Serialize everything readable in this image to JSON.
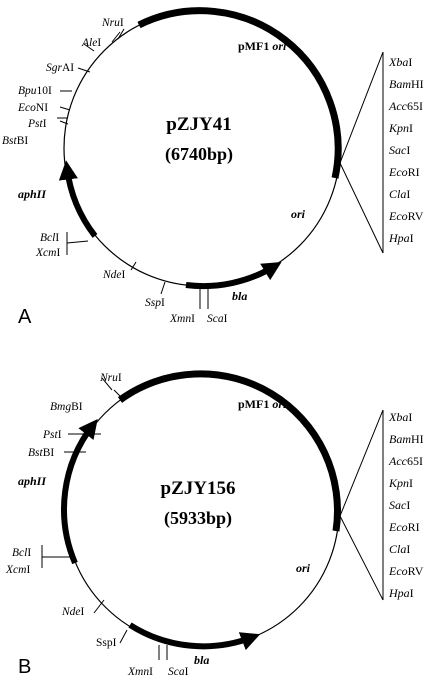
{
  "panels": [
    {
      "label": "A",
      "plasmid_name": "pZJY41",
      "plasmid_size": "(6740bp)",
      "restriction_sites": [
        {
          "prefix": "",
          "italic": "Nru",
          "suffix": "I"
        },
        {
          "prefix": "",
          "italic": "Ale",
          "suffix": "I"
        },
        {
          "prefix": "",
          "italic": "Sgr",
          "suffix": "AI"
        },
        {
          "prefix": "",
          "italic": "Bpu",
          "suffix": "10I"
        },
        {
          "prefix": "",
          "italic": "Eco",
          "suffix": "NI"
        },
        {
          "prefix": "",
          "italic": "Pst",
          "suffix": "I"
        },
        {
          "prefix": "",
          "italic": "Bst",
          "suffix": "BI"
        },
        {
          "prefix": "",
          "italic": "Bcl",
          "suffix": "I"
        },
        {
          "prefix": "",
          "italic": "Xcm",
          "suffix": "I"
        },
        {
          "prefix": "",
          "italic": "Nde",
          "suffix": "I"
        },
        {
          "prefix": "",
          "italic": "Ssp",
          "suffix": "I"
        },
        {
          "prefix": "",
          "italic": "Xmn",
          "suffix": "I"
        },
        {
          "prefix": "",
          "italic": "Sca",
          "suffix": "I"
        }
      ],
      "genes": {
        "pmf1": "pMF1",
        "pmf1_ori": "ori",
        "aphII": "aphII",
        "bla": "bla",
        "ori": "ori"
      },
      "mcs": [
        {
          "italic": "Xba",
          "suffix": "I"
        },
        {
          "italic": "Bam",
          "suffix": "HI"
        },
        {
          "italic": "Acc",
          "suffix": "65I"
        },
        {
          "italic": "Kpn",
          "suffix": "I"
        },
        {
          "italic": "Sac",
          "suffix": "I"
        },
        {
          "italic": "Eco",
          "suffix": "RI"
        },
        {
          "italic": "Cla",
          "suffix": "I"
        },
        {
          "italic": "Eco",
          "suffix": "RV"
        },
        {
          "italic": "Hpa",
          "suffix": "I"
        }
      ]
    },
    {
      "label": "B",
      "plasmid_name": "pZJY156",
      "plasmid_size": "(5933bp)",
      "restriction_sites": [
        {
          "prefix": "",
          "italic": "Nru",
          "suffix": "I"
        },
        {
          "prefix": "",
          "italic": "Bmg",
          "suffix": "BI"
        },
        {
          "prefix": "",
          "italic": "Pst",
          "suffix": "I"
        },
        {
          "prefix": "",
          "italic": "Bst",
          "suffix": "BI"
        },
        {
          "prefix": "",
          "italic": "Bcl",
          "suffix": "I"
        },
        {
          "prefix": "",
          "italic": "Xcm",
          "suffix": "I"
        },
        {
          "prefix": "",
          "italic": "Nde",
          "suffix": "I"
        },
        {
          "prefix": "",
          "italic": "",
          "suffix": "SspI"
        },
        {
          "prefix": "",
          "italic": "Xmn",
          "suffix": "I"
        },
        {
          "prefix": "",
          "italic": "Sca",
          "suffix": "I"
        }
      ],
      "genes": {
        "pmf1": "pMF1",
        "pmf1_ori": "ori",
        "aphII": "aphII",
        "bla": "bla",
        "ori": "ori"
      },
      "mcs": [
        {
          "italic": "Xba",
          "suffix": "I"
        },
        {
          "italic": "Bam",
          "suffix": "HI"
        },
        {
          "italic": "Acc",
          "suffix": "65I"
        },
        {
          "italic": "Kpn",
          "suffix": "I"
        },
        {
          "italic": "Sac",
          "suffix": "I"
        },
        {
          "italic": "Eco",
          "suffix": "RI"
        },
        {
          "italic": "Cla",
          "suffix": "I"
        },
        {
          "italic": "Eco",
          "suffix": "RV"
        },
        {
          "italic": "Hpa",
          "suffix": "I"
        }
      ]
    }
  ]
}
